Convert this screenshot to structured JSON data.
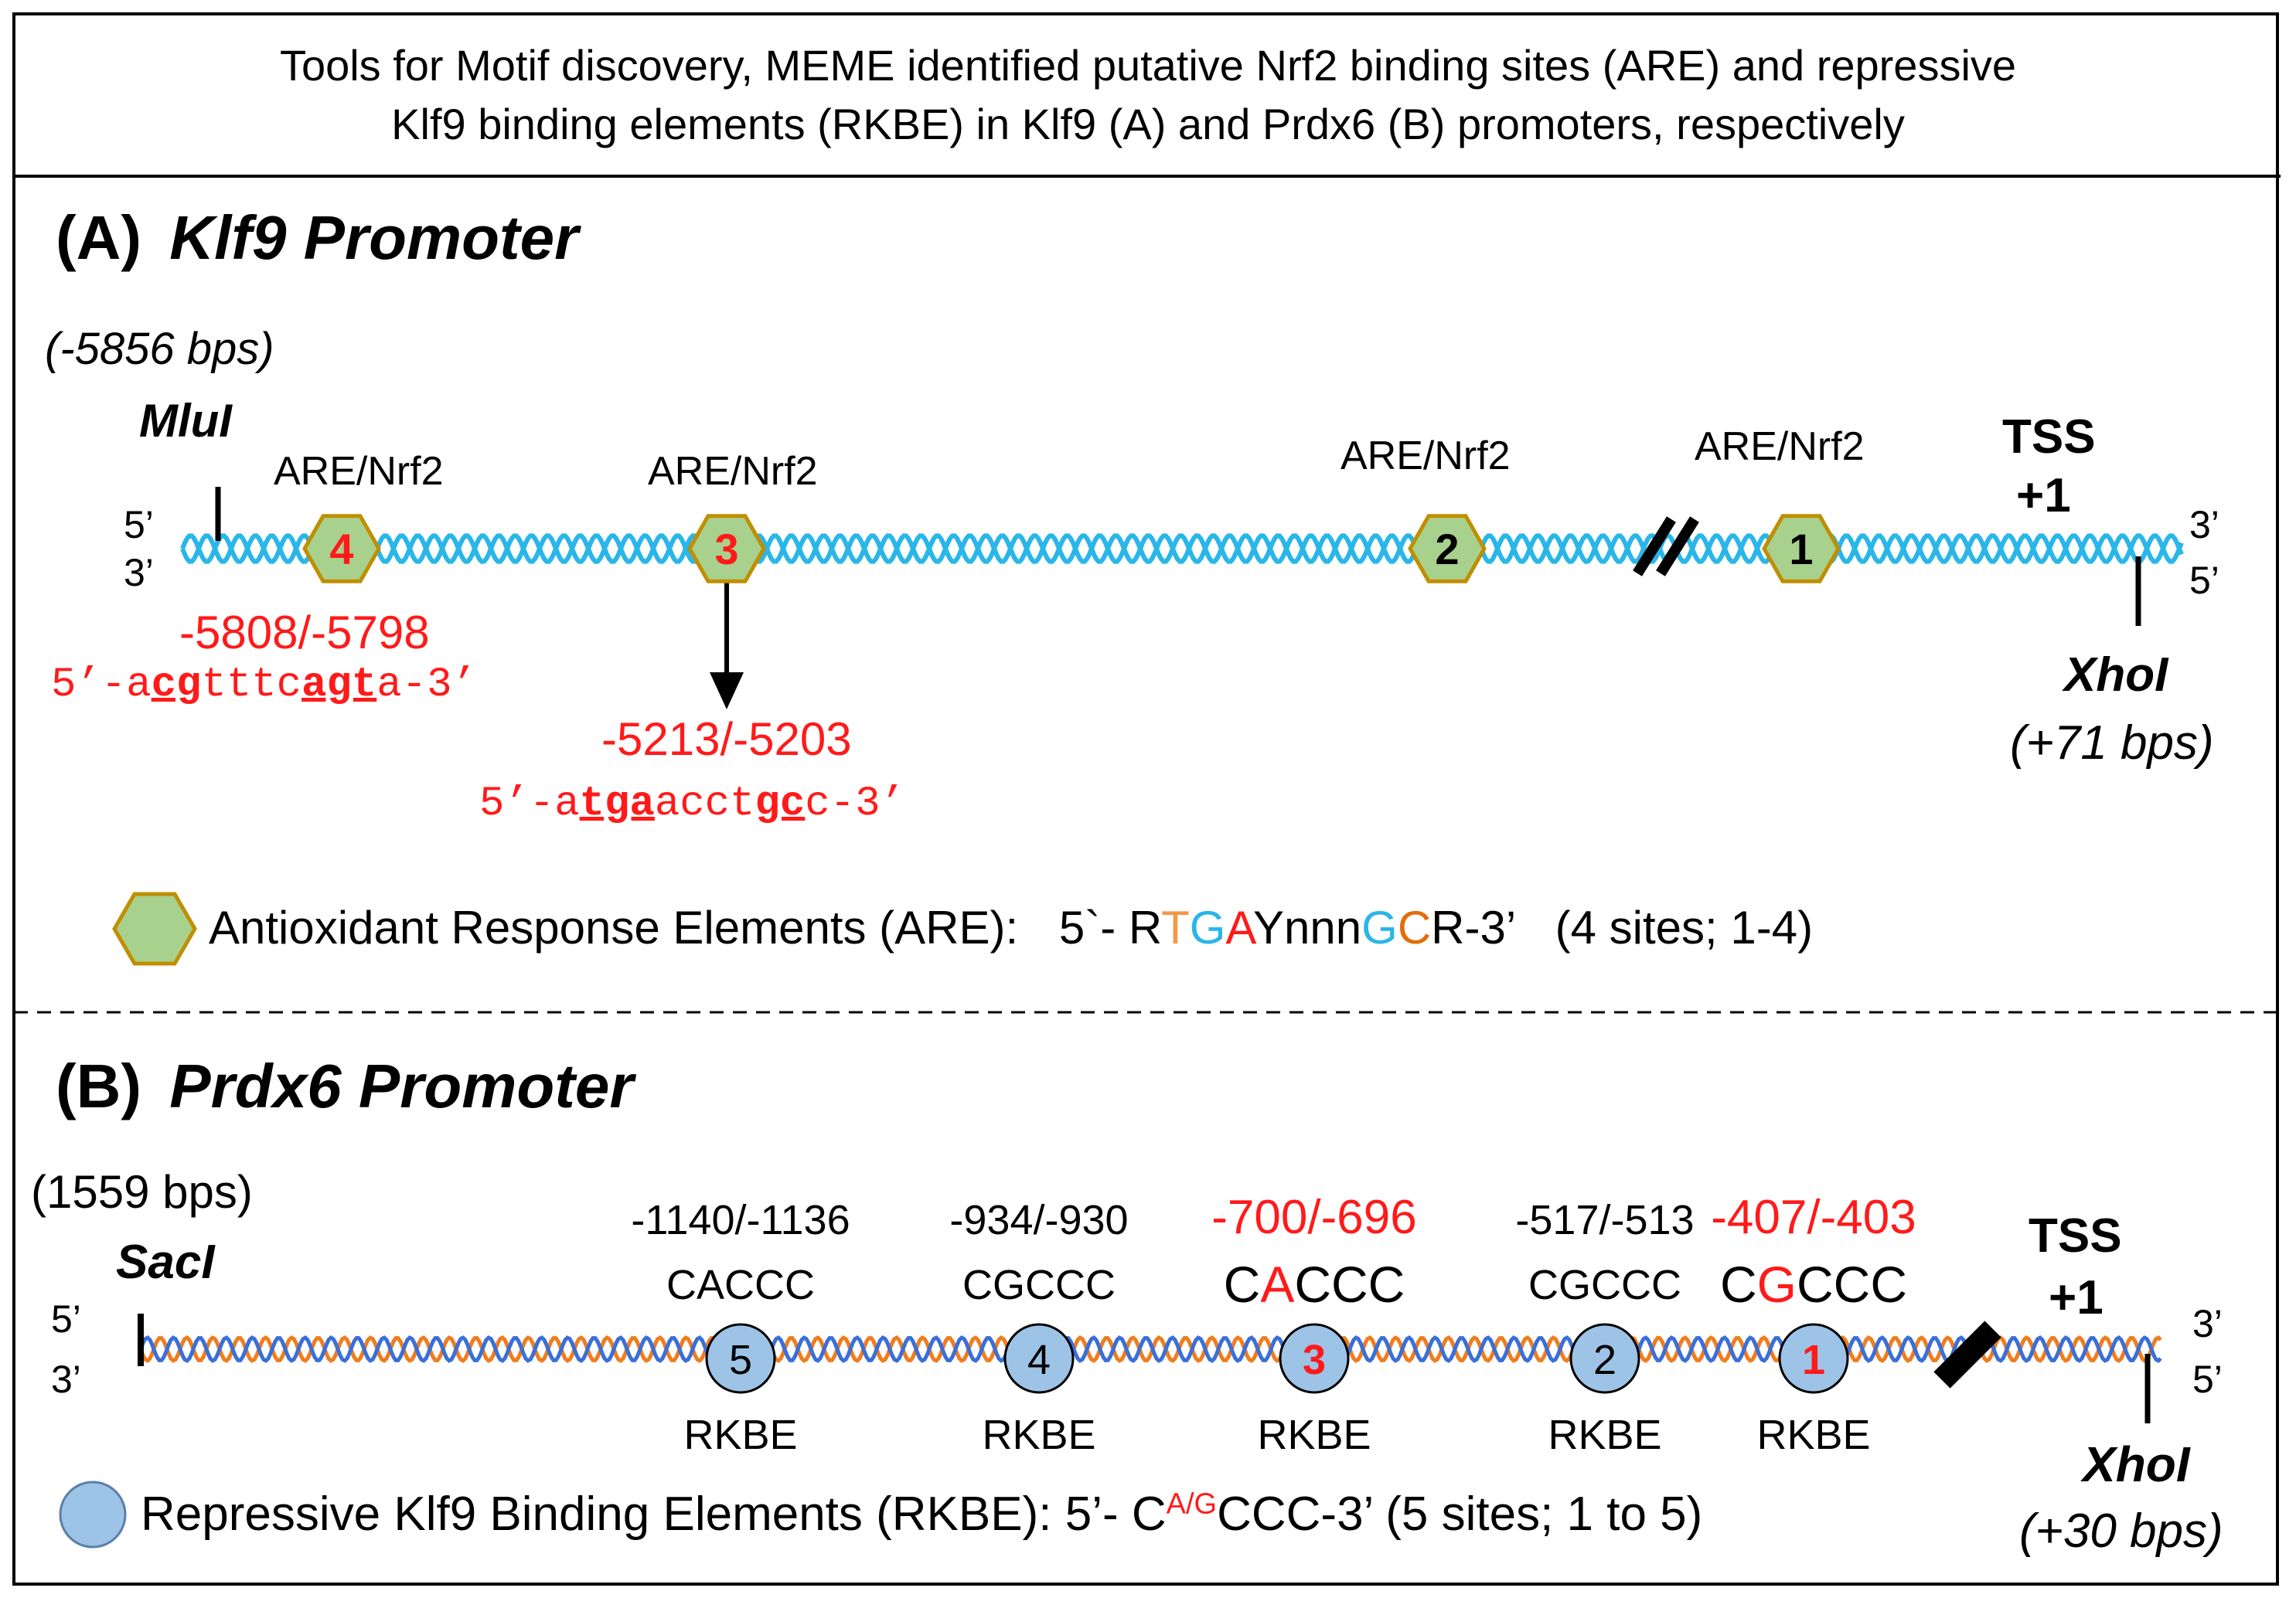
{
  "header": {
    "line1": "Tools for Motif discovery, MEME identified putative Nrf2 binding sites (ARE) and repressive",
    "line2": "Klf9 binding elements (RKBE) in Klf9 (A) and Prdx6 (B) promoters, respectively"
  },
  "panelA": {
    "label": "(A)",
    "title": "Klf9  Promoter",
    "start_bps": "(-5856 bps)",
    "start_enzyme": "MluI",
    "end_enzyme": "XhoI",
    "end_bps": "(+71 bps)",
    "tss": "TSS",
    "tss_pos": "+1",
    "strand_left_top": "5’",
    "strand_left_bottom": "3’",
    "strand_right_top": "3’",
    "strand_right_bottom": "5’",
    "sites": [
      {
        "number": "4",
        "label": "ARE/Nrf2",
        "highlight": true
      },
      {
        "number": "3",
        "label": "ARE/Nrf2",
        "highlight": true
      },
      {
        "number": "2",
        "label": "ARE/Nrf2",
        "highlight": false
      },
      {
        "number": "1",
        "label": "ARE/Nrf2",
        "highlight": false
      }
    ],
    "site4_position": "-5808/-5798",
    "site4_seq": {
      "p1": "5’-a",
      "u1": "cg",
      "p2": "tttc",
      "u2": "agt",
      "p3": "a-3’"
    },
    "site3_position": "-5213/-5203",
    "site3_seq": {
      "p1": "5’-a",
      "u1": "tga",
      "p2": "acct",
      "u2": "gc",
      "p3": "c-3’"
    },
    "legend": {
      "text": "Antioxidant  Response Elements (ARE):",
      "consensus_prefix": "5`- R",
      "c1": "T",
      "c2": "G",
      "c3": "A",
      "consensus_mid": "Ynnn",
      "c4": "G",
      "c5": "C",
      "consensus_suffix": "R-3’",
      "count": "(4 sites; 1-4)"
    },
    "colors": {
      "helix": "#29b6e8",
      "hex_fill": "#a9d18e",
      "hex_stroke": "#bf8f00",
      "highlight": "#ff1a1a",
      "c1": "#f79646",
      "c2": "#29b6e8",
      "c3": "#ff1a1a",
      "c4": "#29b6e8",
      "c5": "#e36c0a"
    }
  },
  "panelB": {
    "label": "(B)",
    "title": "Prdx6 Promoter",
    "start_bps": "(1559 bps)",
    "start_enzyme": "SacI",
    "end_enzyme": "XhoI",
    "end_bps": "(+30 bps)",
    "tss": "TSS",
    "tss_pos": "+1",
    "strand_left_top": "5’",
    "strand_left_bottom": "3’",
    "strand_right_top": "3’",
    "strand_right_bottom": "5’",
    "sites": [
      {
        "number": "5",
        "position": "-1140/-1136",
        "seq_a": "C",
        "seq_b": "A",
        "seq_c": "CCC",
        "label": "RKBE",
        "highlight": false
      },
      {
        "number": "4",
        "position": "-934/-930",
        "seq_a": "C",
        "seq_b": "G",
        "seq_c": "CCC",
        "label": "RKBE",
        "highlight": false
      },
      {
        "number": "3",
        "position": "-700/-696",
        "seq_a": "C",
        "seq_b": "A",
        "seq_c": "CCC",
        "label": "RKBE",
        "highlight": true
      },
      {
        "number": "2",
        "position": "-517/-513",
        "seq_a": "C",
        "seq_b": "G",
        "seq_c": "CCC",
        "label": "RKBE",
        "highlight": false
      },
      {
        "number": "1",
        "position": "-407/-403",
        "seq_a": "C",
        "seq_b": "G",
        "seq_c": "CCC",
        "label": "RKBE",
        "highlight": true
      }
    ],
    "legend": {
      "text": "Repressive Klf9 Binding Elements (RKBE): 5’- C",
      "sup": "A/G",
      "suffix": "CCC-3’ (5 sites; 1 to 5)"
    },
    "colors": {
      "helix_a": "#f07c1e",
      "helix_b": "#3a6fd8",
      "circle_fill": "#9dc3e6",
      "highlight": "#ff1a1a"
    }
  }
}
